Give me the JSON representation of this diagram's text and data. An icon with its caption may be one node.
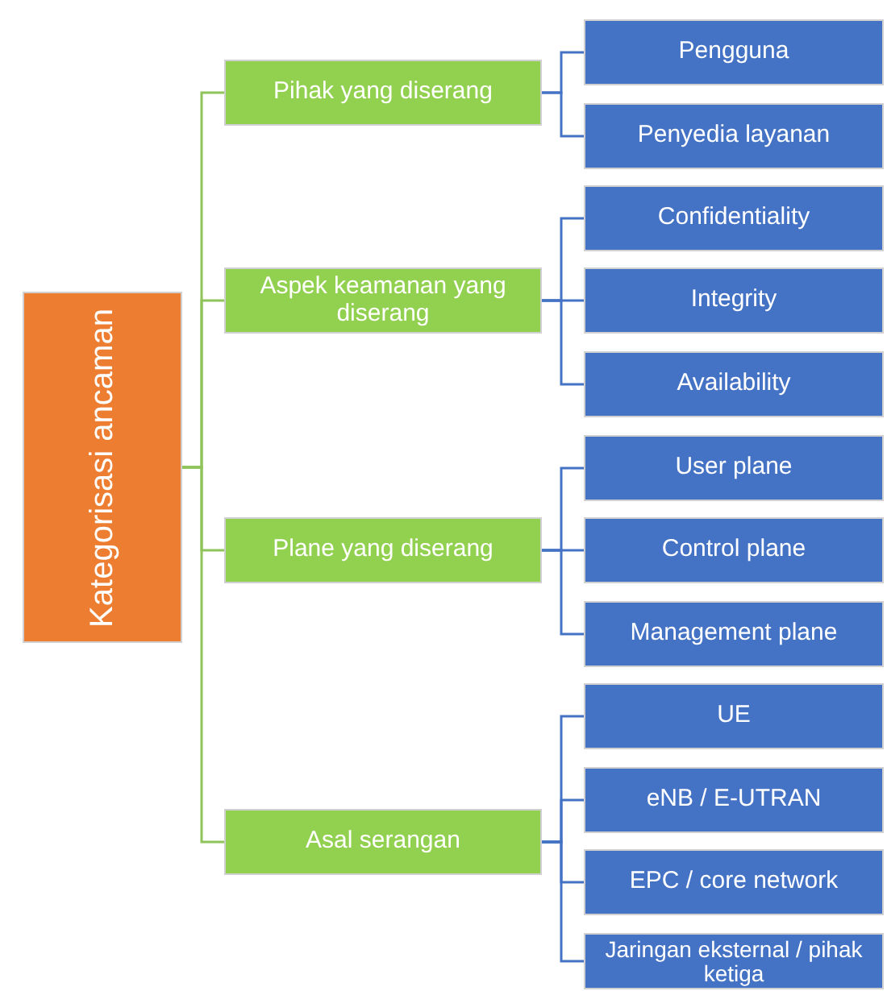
{
  "diagram": {
    "nodes": [
      {
        "text": [
          "Kategorisasi ancaman"
        ]
      },
      {
        "text": [
          "Pihak yang diserang"
        ]
      },
      {
        "text": [
          "Pengguna"
        ]
      },
      {
        "text": [
          "Penyedia layanan"
        ]
      },
      {
        "text": [
          "Aspek keamanan yang diserang"
        ]
      },
      {
        "text": [
          "Confidentiality"
        ]
      },
      {
        "text": [
          "Integrity"
        ]
      },
      {
        "text": [
          "Availability"
        ]
      },
      {
        "text": [
          "Plane yang diserang"
        ]
      },
      {
        "text": [
          "User plane"
        ]
      },
      {
        "text": [
          "Control plane"
        ]
      },
      {
        "text": [
          "Management plane"
        ]
      },
      {
        "text": [
          "Asal serangan"
        ]
      },
      {
        "text": [
          "UE"
        ]
      },
      {
        "text": [
          "eNB / E-UTRAN"
        ]
      },
      {
        "text": [
          "EPC / core network"
        ]
      },
      {
        "text": [
          "Jaringan eksternal / pihak ketiga"
        ]
      }
    ],
    "edges": [
      {
        "from": 0,
        "to": 1,
        "arrow": "none",
        "color": "#8fc45a"
      },
      {
        "from": 0,
        "to": 4,
        "arrow": "none",
        "color": "#8fc45a"
      },
      {
        "from": 0,
        "to": 8,
        "arrow": "none",
        "color": "#8fc45a"
      },
      {
        "from": 0,
        "to": 12,
        "arrow": "none",
        "color": "#8fc45a"
      },
      {
        "from": 1,
        "to": 2,
        "arrow": "none"
      },
      {
        "from": 1,
        "to": 3,
        "arrow": "none"
      },
      {
        "from": 4,
        "to": 5,
        "arrow": "none"
      },
      {
        "from": 4,
        "to": 6,
        "arrow": "none"
      },
      {
        "from": 4,
        "to": 7,
        "arrow": "none"
      },
      {
        "from": 8,
        "to": 9,
        "arrow": "none"
      },
      {
        "from": 8,
        "to": 10,
        "arrow": "none"
      },
      {
        "from": 8,
        "to": 11,
        "arrow": "none"
      },
      {
        "from": 12,
        "to": 13,
        "arrow": "none"
      },
      {
        "from": 12,
        "to": 14,
        "arrow": "none"
      },
      {
        "from": 12,
        "to": 15,
        "arrow": "none"
      },
      {
        "from": 12,
        "to": 16,
        "arrow": "none"
      }
    ]
  }
}
